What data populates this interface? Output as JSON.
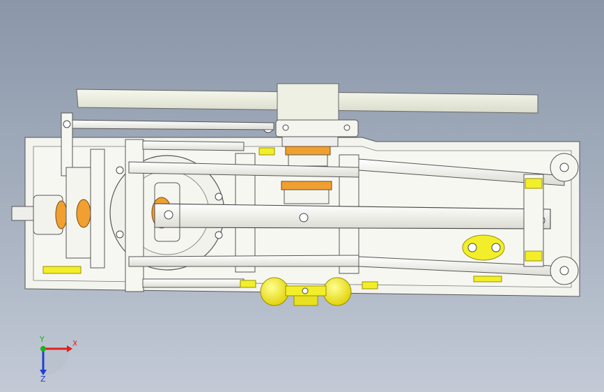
{
  "viewport": {
    "background_top": "#8a97a9",
    "background_bottom": "#c3cad6"
  },
  "model": {
    "description_parts": [
      "base-frame",
      "belt",
      "flywheel-pulley",
      "crank-disc",
      "connecting-rods",
      "guide-rods",
      "governor-balls",
      "bearing-blocks"
    ],
    "colors": {
      "frame": "#f4f4ef",
      "edge": "#555555",
      "highlight_yellow": "#f2ef2a",
      "orange_bearing": "#f0a030",
      "belt": "#eef0e2"
    }
  },
  "triad": {
    "x_label": "X",
    "y_label": "Y",
    "z_label": "Z",
    "x_color": "#e02020",
    "y_color": "#20b020",
    "z_color": "#2040d0"
  }
}
